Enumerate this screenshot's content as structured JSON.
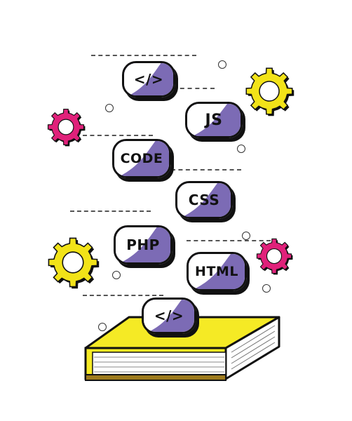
{
  "illustration": {
    "tags": [
      {
        "id": "code-tag-top",
        "label": "</>"
      },
      {
        "id": "js-tag",
        "label": "JS"
      },
      {
        "id": "code-tag",
        "label": "CODE"
      },
      {
        "id": "css-tag",
        "label": "CSS"
      },
      {
        "id": "php-tag",
        "label": "PHP"
      },
      {
        "id": "html-tag",
        "label": "HTML"
      },
      {
        "id": "code-tag-bottom",
        "label": "</>"
      }
    ],
    "colors": {
      "pill_fill": "#7c6bb5",
      "pill_highlight": "#ffffff",
      "outline": "#111111",
      "gear_yellow": "#f2e318",
      "gear_magenta": "#e0217a",
      "book_cover": "#f5ea25",
      "book_pages": "#ffffff",
      "book_spine": "#9e7b1e"
    },
    "gears": [
      {
        "id": "gear-yellow-top-right",
        "color": "yellow"
      },
      {
        "id": "gear-magenta-left",
        "color": "magenta"
      },
      {
        "id": "gear-yellow-bottom-left",
        "color": "yellow"
      },
      {
        "id": "gear-magenta-right",
        "color": "magenta"
      }
    ]
  }
}
